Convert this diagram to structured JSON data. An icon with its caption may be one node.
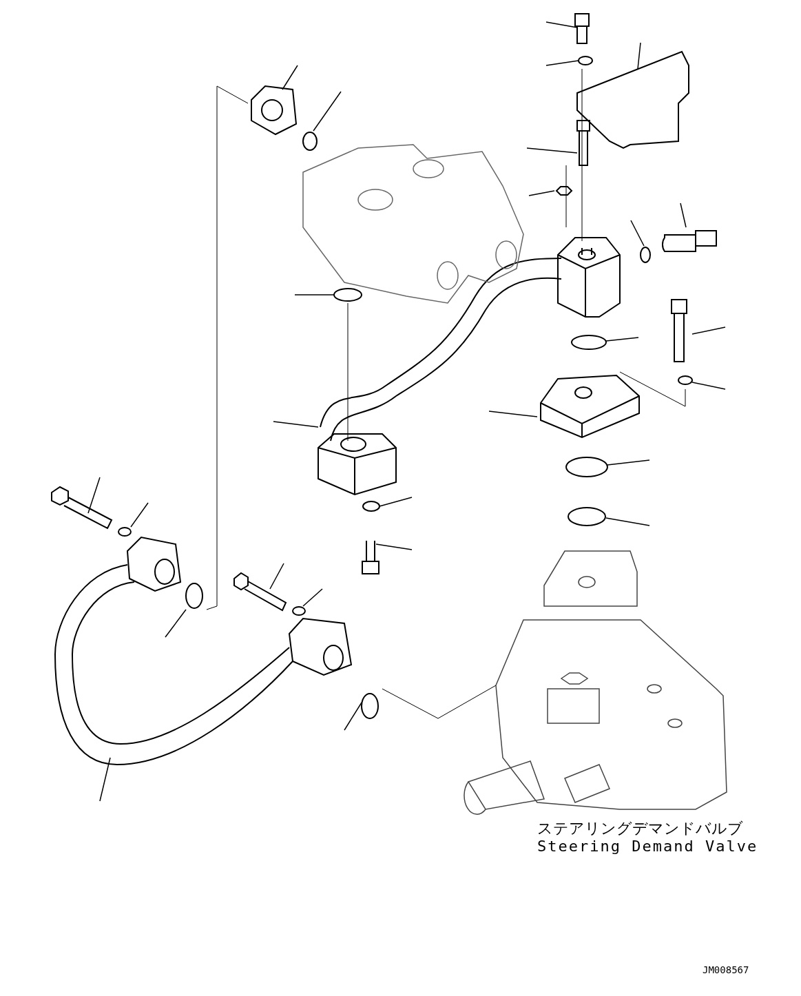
{
  "diagram": {
    "labels": [
      "ステアリングデマンドバルブ",
      "Steering Demand Valve",
      "JM008567"
    ]
  }
}
